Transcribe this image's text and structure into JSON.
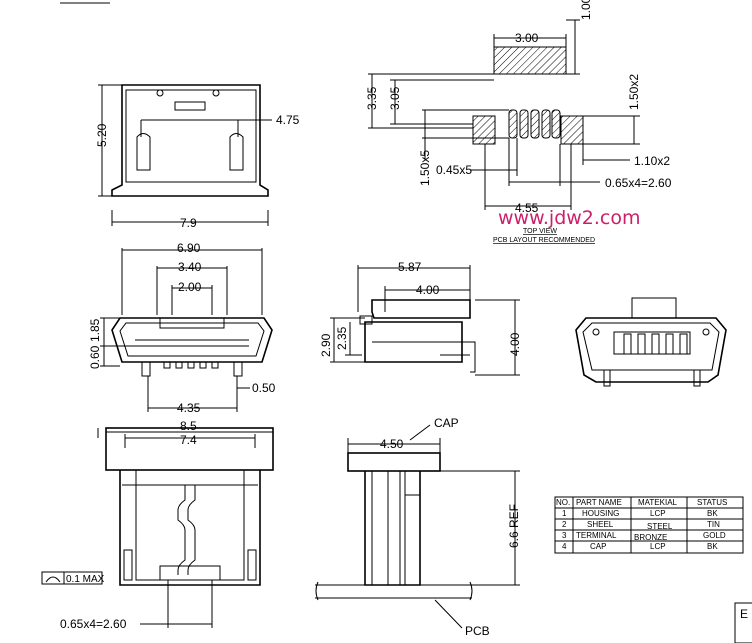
{
  "top_left_dims": {
    "height": "5.20",
    "inner": "4.75",
    "width": "7.9"
  },
  "top_right_dims": {
    "top": "1.00",
    "pitch_width": "3.00",
    "h1": "3.35",
    "h2": "3.05",
    "pad_h": "1.50x2",
    "side": "1.50x5",
    "pad_w": "0.45x5",
    "pad_gap": "1.10x2",
    "pitch": "0.65x4=2.60",
    "span": "4.55"
  },
  "layout_caption": {
    "line1": "TOP VIEW",
    "line2": "PCB LAYOUT RECOMMENDED"
  },
  "watermark": "www.jdw2.com",
  "front_dims": {
    "outer": "6.90",
    "mid": "3.40",
    "inner": "2.00",
    "h1": "1.85",
    "h2": "0.60",
    "pin": "0.50",
    "base": "4.35"
  },
  "side_dims": {
    "top": "5.87",
    "mid": "4.00",
    "h1": "2.90",
    "h2": "2.35",
    "h3": "4.00"
  },
  "bottom_left_dims": {
    "outer": "8.5",
    "inner": "7.4",
    "pitch": "0.65x4=2.60",
    "flatness": "0.1 MAX"
  },
  "cap_view": {
    "cap_label": "CAP",
    "width": "4.50",
    "ref": "6.6 REF",
    "pcb_label": "PCB"
  },
  "bom_table": {
    "headers": [
      "NO.",
      "PART NAME",
      "MATEKIAL",
      "STATUS"
    ],
    "rows": [
      [
        "1",
        "HOUSING",
        "LCP",
        "BK"
      ],
      [
        "2",
        "SHEEL",
        "STEEL",
        "TIN"
      ],
      [
        "3",
        "TERMINAL",
        "BRONZE",
        "GOLD"
      ],
      [
        "4",
        "CAP",
        "LCP",
        "BK"
      ]
    ]
  },
  "corner_label": "E"
}
